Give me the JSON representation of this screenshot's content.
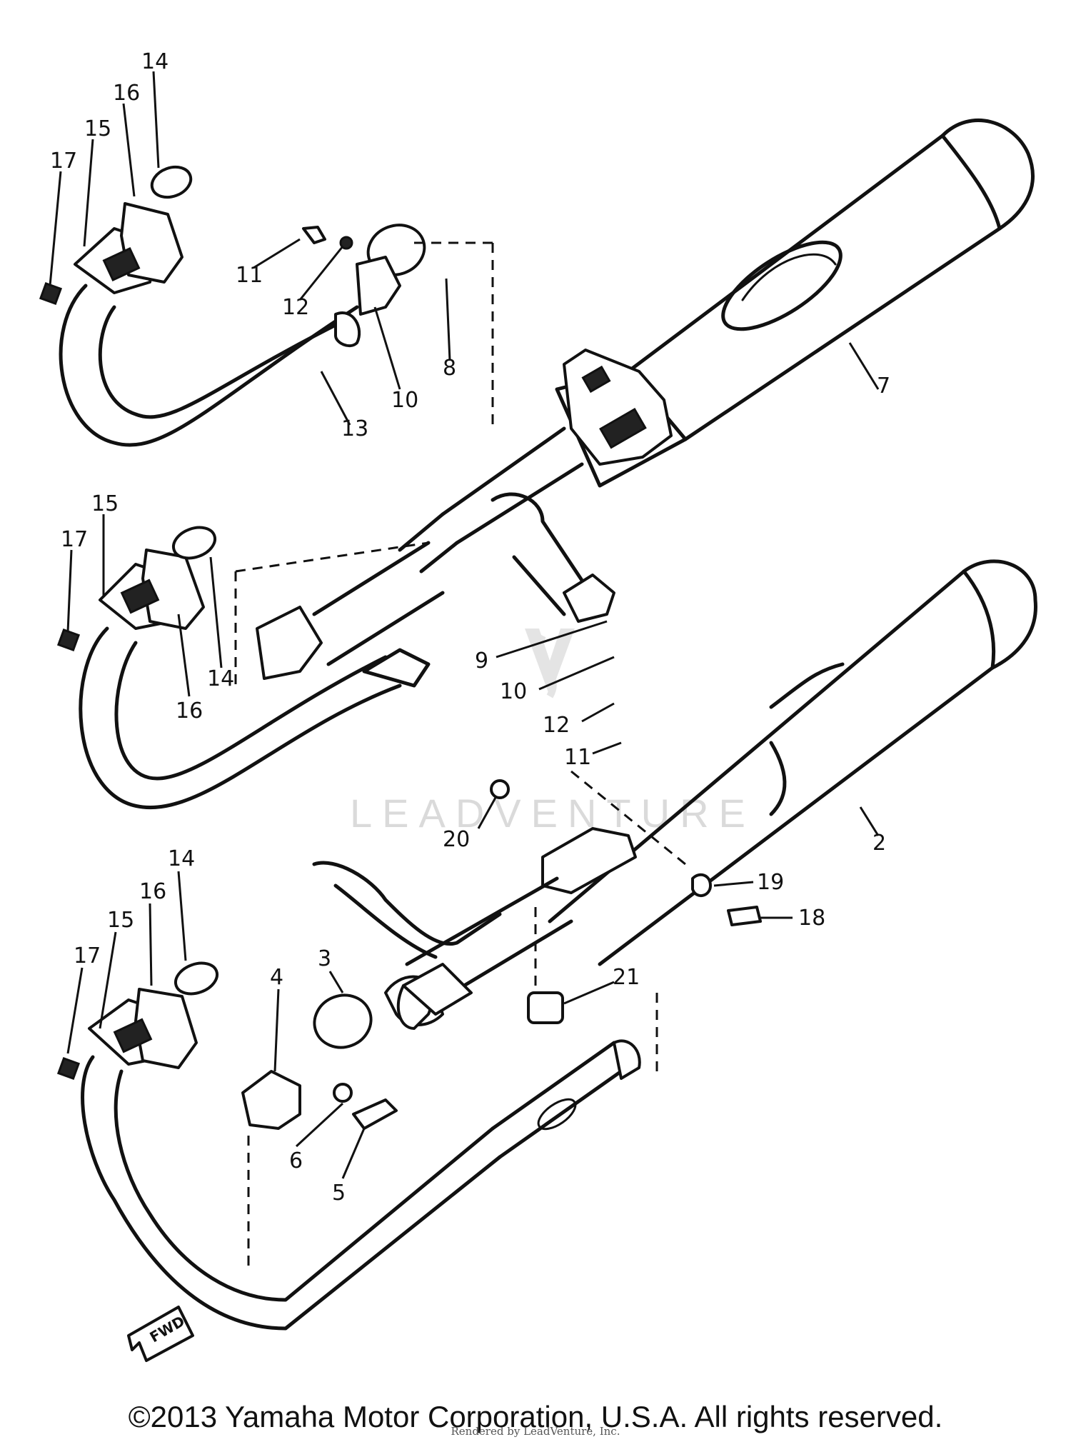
{
  "diagram": {
    "callouts": [
      "14",
      "16",
      "15",
      "17",
      "11",
      "12",
      "10",
      "8",
      "13",
      "7",
      "15",
      "17",
      "14",
      "16",
      "9",
      "10",
      "12",
      "11",
      "20",
      "2",
      "19",
      "18",
      "14",
      "16",
      "15",
      "17",
      "4",
      "3",
      "21",
      "6",
      "5"
    ],
    "watermark": "LEADVENTURE",
    "fwd_label": "FWD"
  },
  "footer": {
    "copyright": "©2013 Yamaha Motor Corporation, U.S.A. All rights reserved.",
    "credit": "Rendered by LeadVenture, Inc."
  }
}
